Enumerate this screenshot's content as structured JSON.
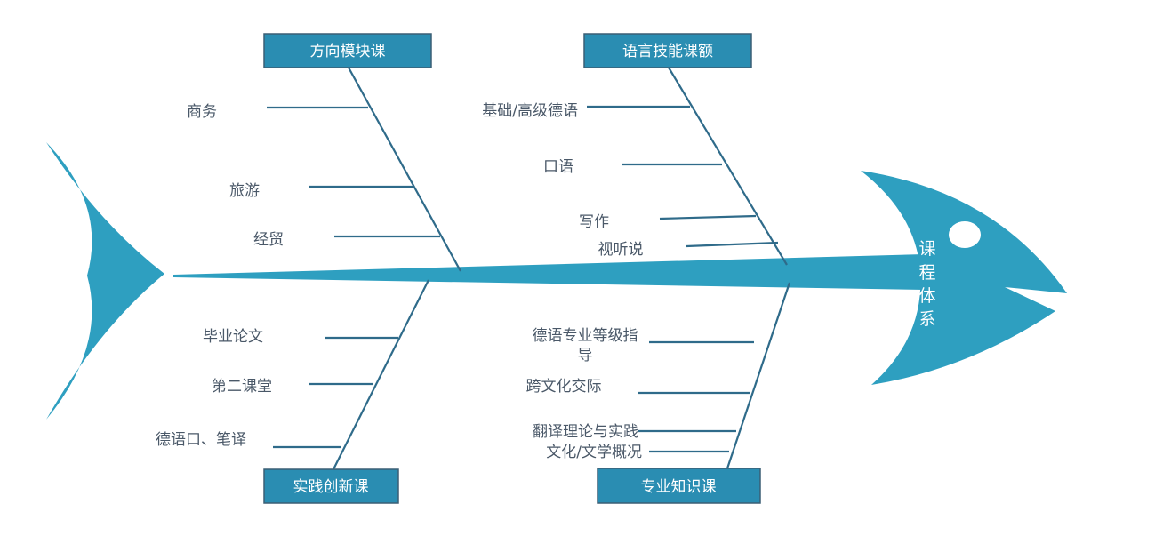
{
  "colors": {
    "fish": "#2e9fc0",
    "bone": "#2f6b8a",
    "box": "#2a8db2",
    "text": "#4a5868"
  },
  "head": {
    "label_chars": [
      "课",
      "程",
      "体",
      "系"
    ]
  },
  "categories": [
    {
      "title": "方向模块课",
      "items": [
        "商务",
        "旅游",
        "经贸"
      ]
    },
    {
      "title": "语言技能课额",
      "items": [
        "基础/高级德语",
        "口语",
        "写作",
        "视听说"
      ]
    },
    {
      "title": "实践创新课",
      "items": [
        "毕业论文",
        "第二课堂",
        "德语口、笔译"
      ]
    },
    {
      "title": "专业知识课",
      "items": [
        "德语专业等级指",
        "导",
        "跨文化交际",
        "翻译理论与实践",
        "文化/文学概况"
      ]
    }
  ]
}
